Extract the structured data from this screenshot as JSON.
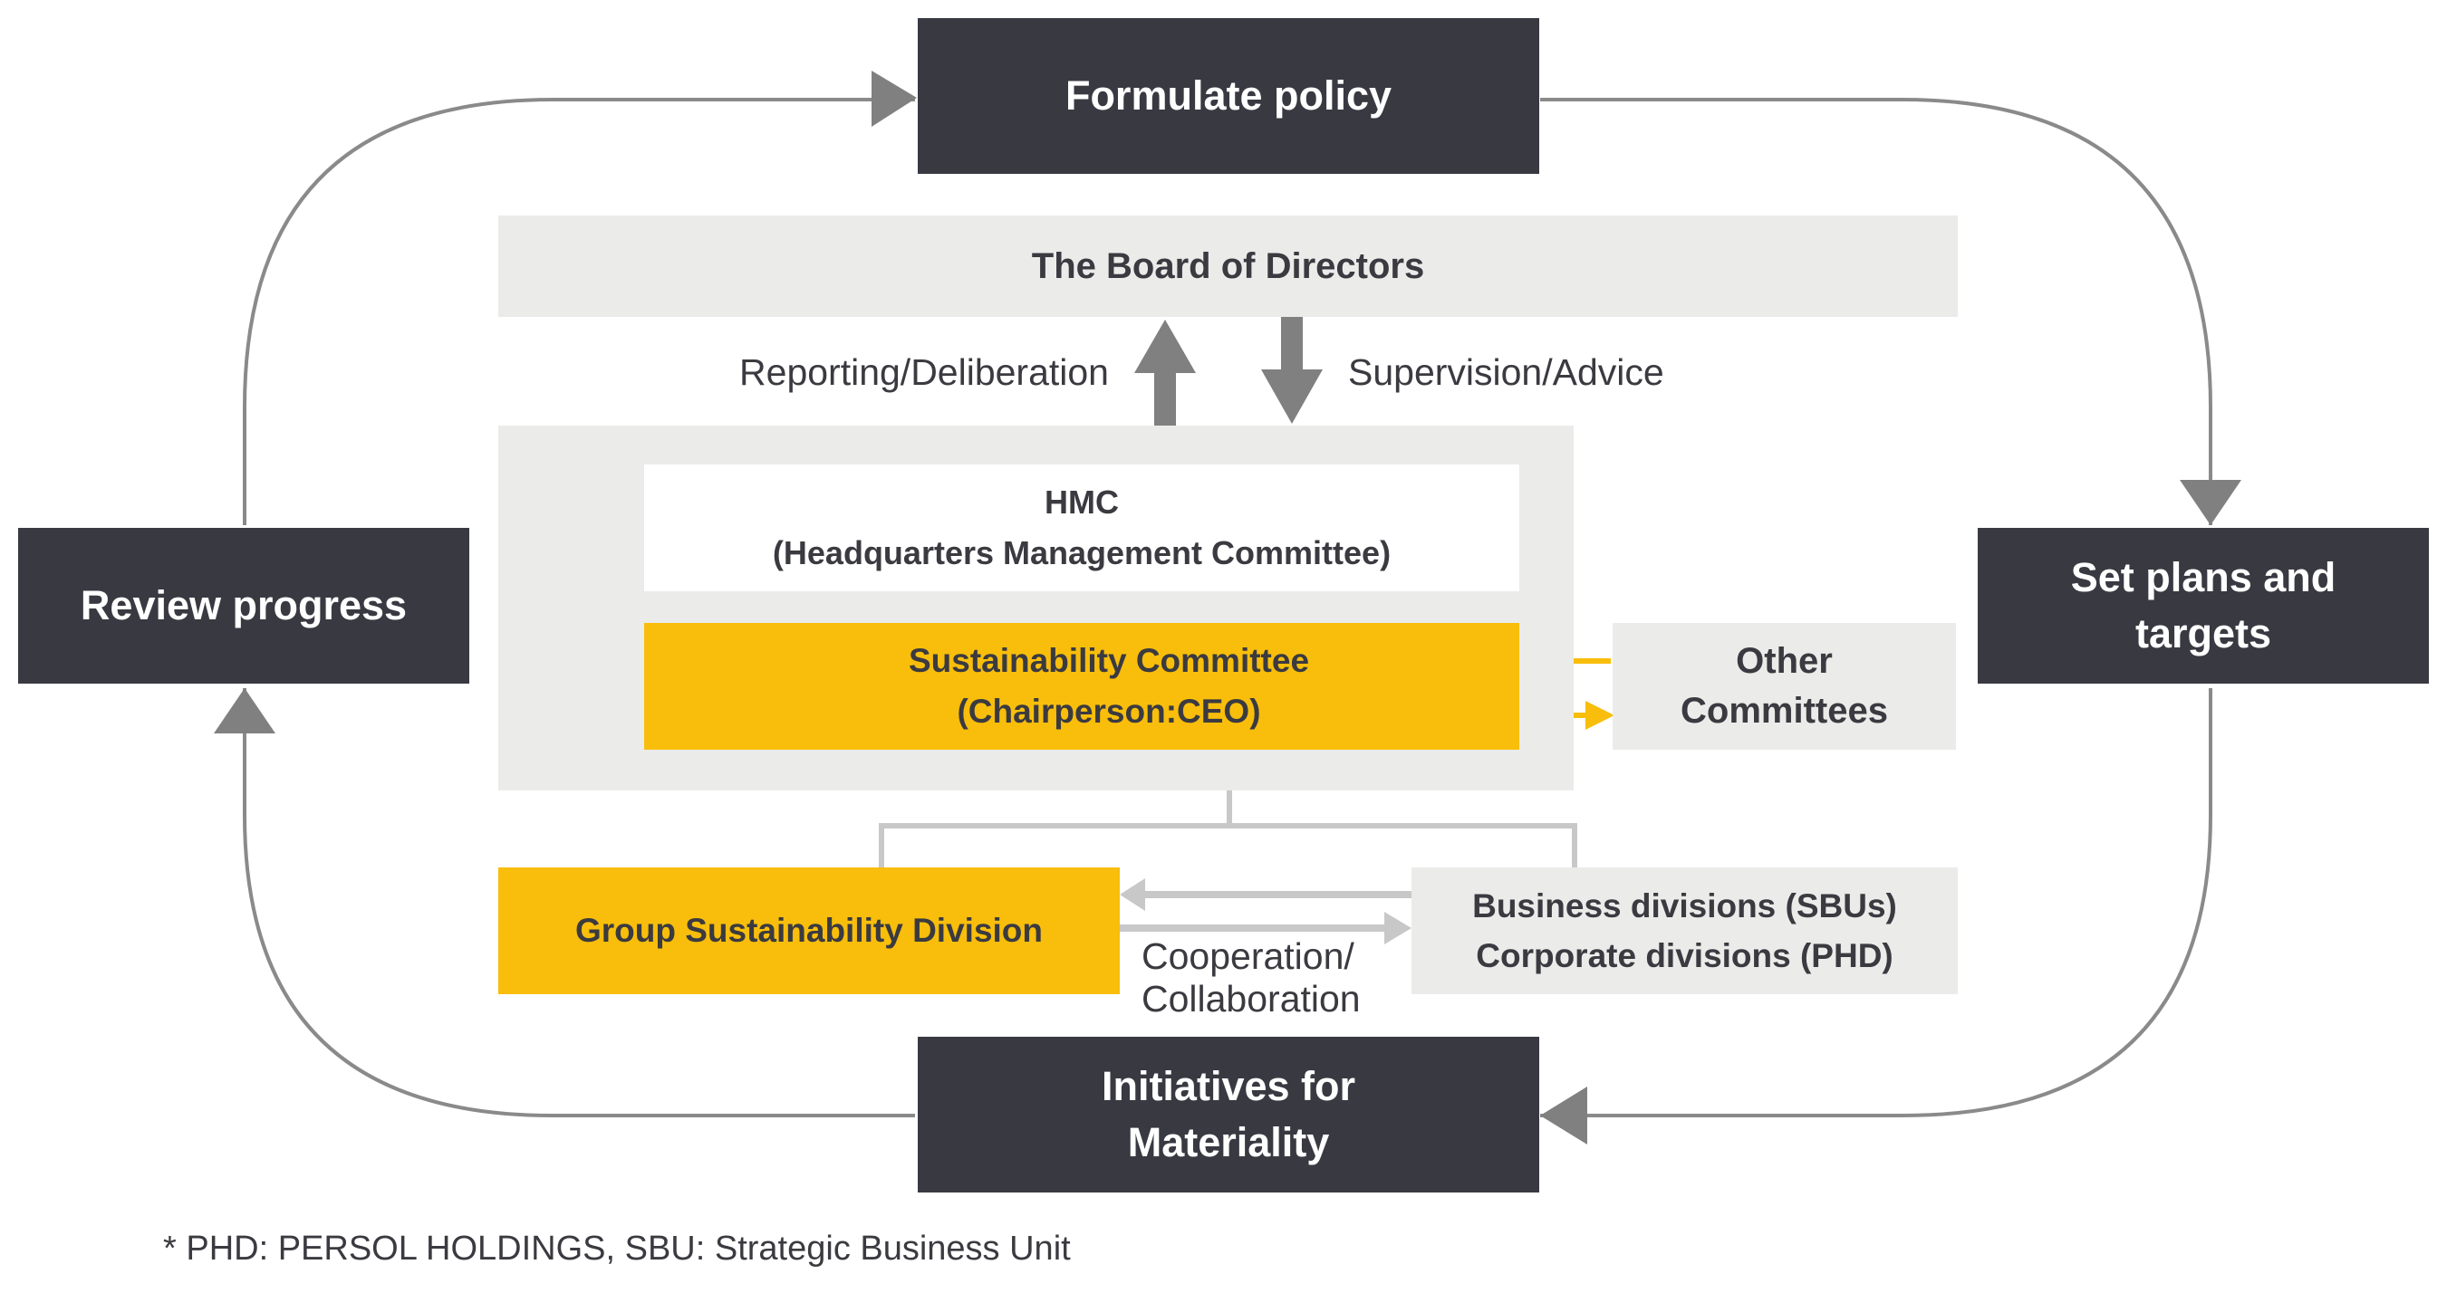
{
  "cycle": {
    "formulate": "Formulate policy",
    "set_plans_line1": "Set plans and",
    "set_plans_line2": "targets",
    "initiatives_line1": "Initiatives for",
    "initiatives_line2": "Materiality",
    "review": "Review progress"
  },
  "board": {
    "title": "The Board of Directors"
  },
  "flows": {
    "reporting": "Reporting/Deliberation",
    "supervision": "Supervision/Advice"
  },
  "hmc": {
    "title": "HMC",
    "subtitle": "(Headquarters Management Committee)"
  },
  "sustainability_committee": {
    "title": "Sustainability Committee",
    "subtitle": "(Chairperson:CEO)",
    "icon": "people-group-icon"
  },
  "other_committees": {
    "line1": "Other",
    "line2": "Committees"
  },
  "group_division": {
    "title": "Group Sustainability Division"
  },
  "business_divisions": {
    "line1": "Business divisions (SBUs)",
    "line2": "Corporate divisions (PHD)"
  },
  "cooperation": {
    "line1": "Cooperation/",
    "line2": "Collaboration"
  },
  "footnote": "* PHD: PERSOL HOLDINGS, SBU: Strategic Business Unit",
  "colors": {
    "dark": "#393942",
    "light": "#ebebea",
    "yellow": "#f8be0b",
    "arrow_gray": "#808080",
    "connector_gray": "#c8c8c8"
  }
}
